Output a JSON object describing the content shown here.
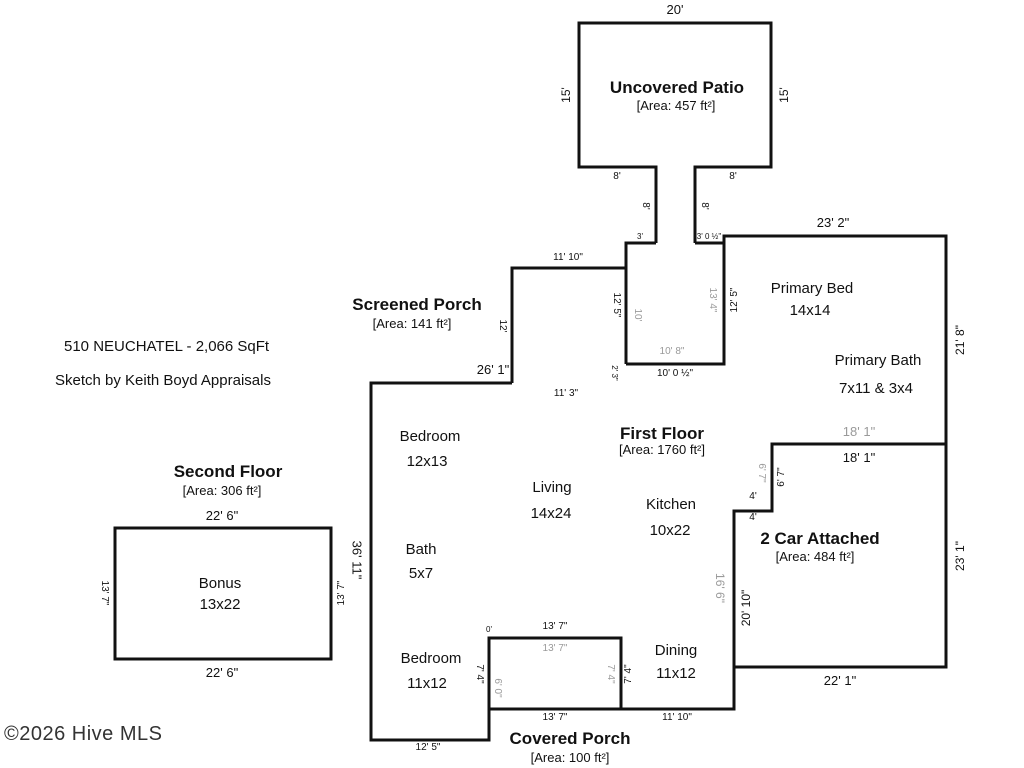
{
  "info": {
    "address_line": "510 NEUCHATEL - 2,066 SqFt",
    "sketch_credit": "Sketch by Keith Boyd Appraisals",
    "watermark": "©2026 Hive MLS"
  },
  "areas": {
    "uncovered_patio": {
      "title": "Uncovered Patio",
      "area": "[Area: 457 ft²]"
    },
    "screened_porch": {
      "title": "Screened Porch",
      "area": "[Area: 141 ft²]"
    },
    "first_floor": {
      "title": "First Floor",
      "area": "[Area: 1760 ft²]"
    },
    "second_floor": {
      "title": "Second Floor",
      "area": "[Area: 306 ft²]"
    },
    "garage": {
      "title": "2 Car Attached",
      "area": "[Area: 484 ft²]"
    },
    "covered_porch": {
      "title": "Covered Porch",
      "area": "[Area: 100 ft²]"
    }
  },
  "rooms": {
    "primary_bed": {
      "name": "Primary Bed",
      "size": "14x14"
    },
    "primary_bath": {
      "name": "Primary Bath",
      "size": "7x11 & 3x4"
    },
    "bedroom1": {
      "name": "Bedroom",
      "size": "12x13"
    },
    "living": {
      "name": "Living",
      "size": "14x24"
    },
    "kitchen": {
      "name": "Kitchen",
      "size": "10x22"
    },
    "bath": {
      "name": "Bath",
      "size": "5x7"
    },
    "bedroom2": {
      "name": "Bedroom",
      "size": "11x12"
    },
    "dining": {
      "name": "Dining",
      "size": "11x12"
    },
    "bonus": {
      "name": "Bonus",
      "size": "13x22"
    }
  },
  "dims": {
    "patio_top": "20'",
    "patio_left": "15'",
    "patio_right": "15'",
    "patio_stem_left_h": "8'",
    "patio_stem_right_h": "8'",
    "patio_stem_left_v": "8'",
    "patio_stem_right_v": "8'",
    "stem_left_small": "3'",
    "stem_right_small": "3' 0 ½\"",
    "porch_top": "11' 10\"",
    "porch_left": "12'",
    "porch_right": "12' 5\"",
    "porch_inner_grey": "10'",
    "porch_inner_small": "2' 3\"",
    "bed_left_grey": "13' 4\"",
    "bed_left": "12' 5\"",
    "bed_bottom_grey": "10' 8\"",
    "bed_bottom": "10' 0 ½\"",
    "bed_top": "23' 2\"",
    "right_upper": "21' 8\"",
    "main_top_left": "26' 1\"",
    "porch_bottom": "11' 3\"",
    "garage_top_grey": "18' 1\"",
    "garage_top": "18' 1\"",
    "garage_step_grey": "6' 7\"",
    "garage_step": "6' 7\"",
    "garage_step_h1": "4'",
    "garage_step_h2": "4'",
    "garage_right": "23' 1\"",
    "garage_left_grey": "16' 6\"",
    "garage_left": "20' 10\"",
    "garage_bottom": "22' 1\"",
    "main_left": "36' 11\"",
    "cporch_top": "13' 7\"",
    "cporch_top_grey": "13' 7\"",
    "cporch_left": "7' 4\"",
    "cporch_left_grey": "6' 0\"",
    "cporch_right_grey": "7' 4\"",
    "cporch_right": "7' 4\"",
    "cporch_small": "0'",
    "cporch_bottom": "13' 7\"",
    "dining_bottom": "11' 10\"",
    "main_bottom_left": "12' 5\"",
    "bonus_top": "22' 6\"",
    "bonus_bottom": "22' 6\"",
    "bonus_left": "13' 7\"",
    "bonus_right": "13' 7\""
  }
}
